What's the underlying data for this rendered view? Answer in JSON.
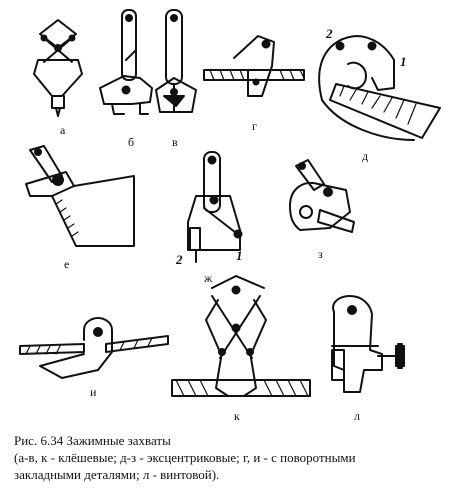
{
  "figure": {
    "labels": {
      "a": "а",
      "b": "б",
      "v": "в",
      "g": "г",
      "d": "д",
      "e": "е",
      "zh": "ж",
      "z": "з",
      "i": "и",
      "k": "к",
      "l": "л",
      "d_num1": "1",
      "d_num2": "2",
      "zh_num1": "1",
      "zh_num2": "2"
    }
  },
  "caption": {
    "line1": "Рис. 6.34 Зажимные захваты",
    "line2": "(а-в, к - клёшевые; д-з - эксцентриковые; г, и - с поворотными",
    "line3": "закладными деталями; л - винтовой)."
  }
}
